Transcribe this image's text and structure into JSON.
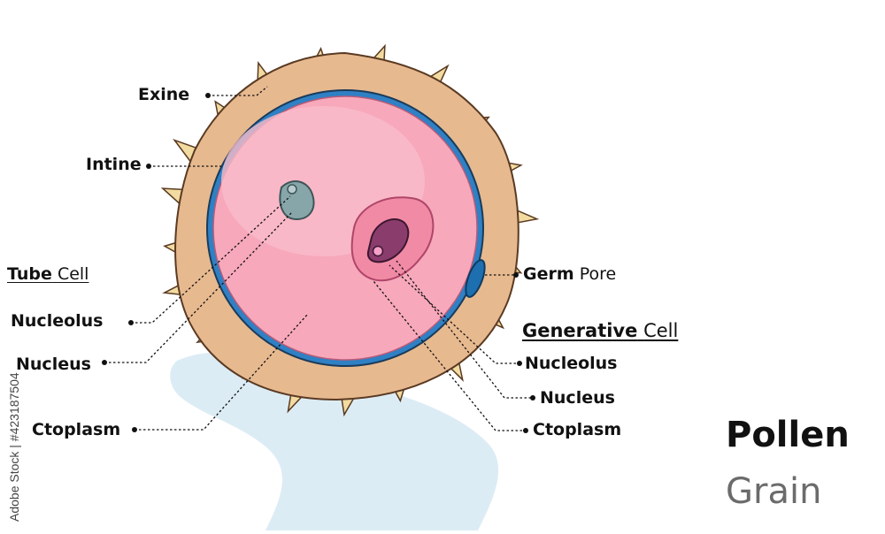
{
  "labels": {
    "exine": "Exine",
    "intine": "Intine",
    "tube_cell": {
      "bold": "Tube",
      "normal": "Cell"
    },
    "tube_nucleolus": "Nucleolus",
    "tube_nucleus": "Nucleus",
    "tube_cytoplasm": "Ctoplasm",
    "germ_pore": {
      "bold": "Germ",
      "normal": "Pore"
    },
    "generative_cell": {
      "bold": "Generative",
      "normal": "Cell"
    },
    "gen_nucleolus": "Nucleolus",
    "gen_nucleus": "Nucleus",
    "gen_cytoplasm": "Ctoplasm"
  },
  "title": {
    "line1": "Pollen",
    "line2": "Grain"
  },
  "credit": "Adobe Stock | #423187504",
  "colors": {
    "exine": "#e7b98f",
    "exine_outline": "#5a3a22",
    "spike": "#f2dba0",
    "intine": "#2f80c4",
    "cytoplasm": "#f7a8bb",
    "tube_nucleus": "#87a6a9",
    "gen_cytoplasm": "#f08aa5",
    "gen_nucleus": "#8a3d6c",
    "water": "#dcecf5"
  }
}
